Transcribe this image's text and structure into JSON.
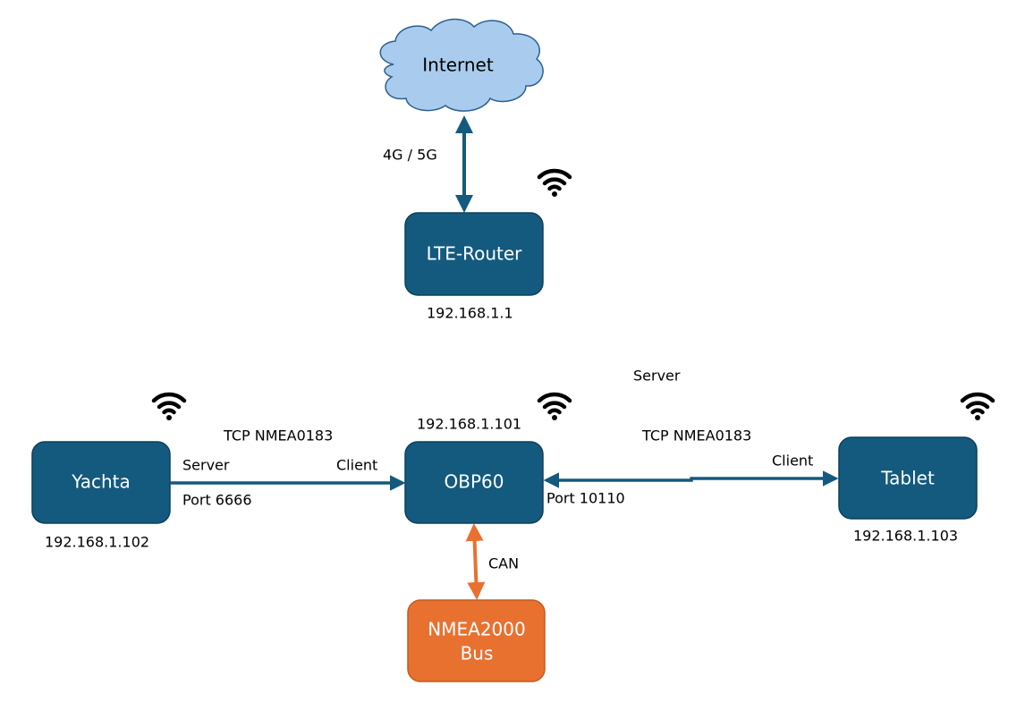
{
  "colors": {
    "node_fill": "#135a7e",
    "node_stroke": "#0d3f5a",
    "bus_fill": "#e87130",
    "bus_stroke": "#c45a1f",
    "cloud_fill": "#a9ccee",
    "cloud_stroke": "#2e5f8c",
    "net_line": "#135a7e",
    "can_line": "#e87130"
  },
  "cloud": {
    "label": "Internet"
  },
  "nodes": {
    "router": {
      "label": "LTE-Router",
      "ip": "192.168.1.1"
    },
    "obp60": {
      "label": "OBP60",
      "ip": "192.168.1.101"
    },
    "yachta": {
      "label": "Yachta",
      "ip": "192.168.1.102"
    },
    "tablet": {
      "label": "Tablet",
      "ip": "192.168.1.103"
    },
    "nmea2000": {
      "label_line1": "NMEA2000",
      "label_line2": "Bus"
    }
  },
  "edges": {
    "internet_router": {
      "label": "4G / 5G"
    },
    "yachta_obp60": {
      "protocol": "TCP NMEA0183",
      "left_role": "Server",
      "right_role": "Client",
      "port": "Port 6666"
    },
    "obp60_tablet": {
      "protocol": "TCP NMEA0183",
      "left_role": "Server",
      "right_role": "Client",
      "port": "Port 10110"
    },
    "obp60_nmea2000": {
      "label": "CAN"
    }
  },
  "icons": {
    "wifi": "wifi-icon"
  }
}
